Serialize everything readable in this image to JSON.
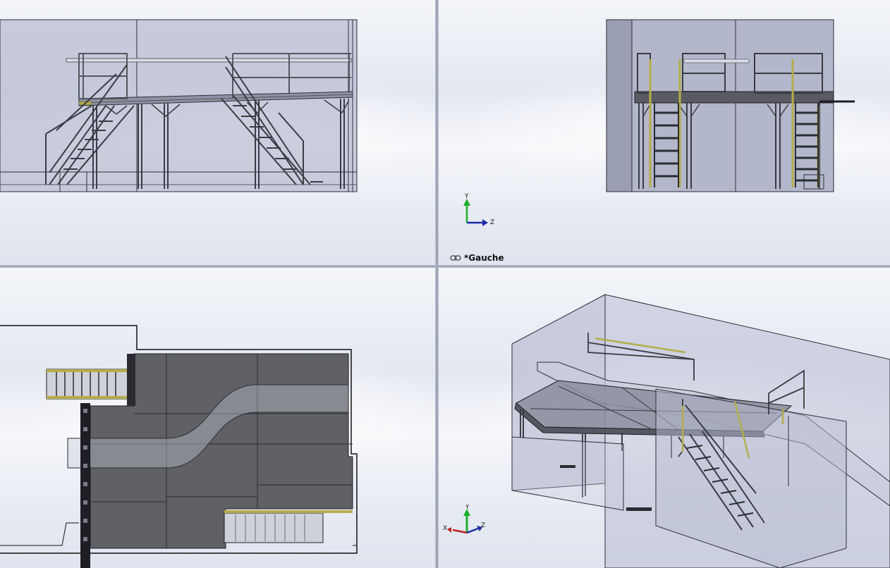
{
  "views": {
    "top_left": {
      "name": "front-view"
    },
    "top_right": {
      "name": "left-view",
      "label": "*Gauche",
      "triad": {
        "y": "Y",
        "z": "Z"
      }
    },
    "bottom_left": {
      "name": "top-view"
    },
    "bottom_right": {
      "name": "isometric-view",
      "triad": {
        "x": "X",
        "y": "Y",
        "z": "Z"
      }
    }
  },
  "colors": {
    "wall_fill": "#b9bdd3",
    "deck_fill": "#606165",
    "steel_line": "#3a3c44",
    "handrail_accent": "#b5ad4a",
    "axis_y": "#1eae2e",
    "axis_z": "#1c2aa6",
    "axis_x": "#c02020"
  }
}
